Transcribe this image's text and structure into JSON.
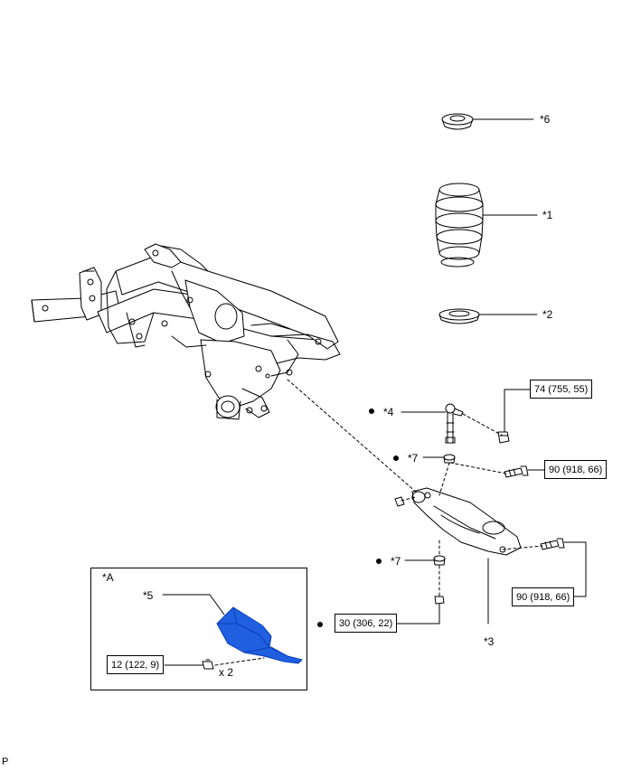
{
  "callouts": {
    "c6": "*6",
    "c1": "*1",
    "c2": "*2",
    "c4": "*4",
    "c7a": "*7",
    "c7b": "*7",
    "c3": "*3",
    "c5": "*5",
    "cA": "*A"
  },
  "torques": {
    "t74": "74 (755, 55)",
    "t90a": "90 (918, 66)",
    "t90b": "90 (918, 66)",
    "t30": "30 (306, 22)",
    "t12": "12 (122, 9)"
  },
  "quantity": "x 2",
  "corner_mark": "P",
  "colors": {
    "line": "#000000",
    "highlight": "#1f5fe0",
    "highlight_dark": "#0b3fb5"
  }
}
